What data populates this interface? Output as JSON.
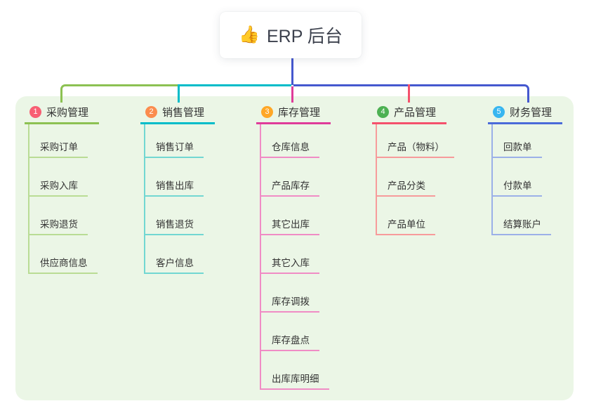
{
  "root": {
    "icon_glyph": "👍",
    "icon_name": "thumbs-up-icon",
    "label": "ERP 后台"
  },
  "colors": {
    "canvas_bg": "#ffffff",
    "panel_bg": "#ebf6e6",
    "connector_blue": "#4558cf",
    "text": "#333333",
    "root_text": "#3c414d"
  },
  "branches": [
    {
      "badge": "1",
      "badge_color": "#f85f73",
      "line_color": "#8cc152",
      "light_color": "#b9dc94",
      "label": "采购管理",
      "items": [
        "采购订单",
        "采购入库",
        "采购退货",
        "供应商信息"
      ]
    },
    {
      "badge": "2",
      "badge_color": "#fb8c4e",
      "line_color": "#00bcc9",
      "light_color": "#72d7d2",
      "label": "销售管理",
      "items": [
        "销售订单",
        "销售出库",
        "销售退货",
        "客户信息"
      ]
    },
    {
      "badge": "3",
      "badge_color": "#ffa726",
      "line_color": "#df3c9a",
      "light_color": "#f08cc5",
      "label": "库存管理",
      "items": [
        "仓库信息",
        "产品库存",
        "其它出库",
        "其它入库",
        "库存调拨",
        "库存盘点",
        "出库库明细"
      ]
    },
    {
      "badge": "4",
      "badge_color": "#4db153",
      "line_color": "#f4516c",
      "light_color": "#f79b9b",
      "label": "产品管理",
      "items": [
        "产品（物料）",
        "产品分类",
        "产品单位"
      ]
    },
    {
      "badge": "5",
      "badge_color": "#38b6f0",
      "line_color": "#4a6bd9",
      "light_color": "#9bb0e8",
      "label": "财务管理",
      "items": [
        "回款单",
        "付款单",
        "结算账户"
      ]
    }
  ]
}
